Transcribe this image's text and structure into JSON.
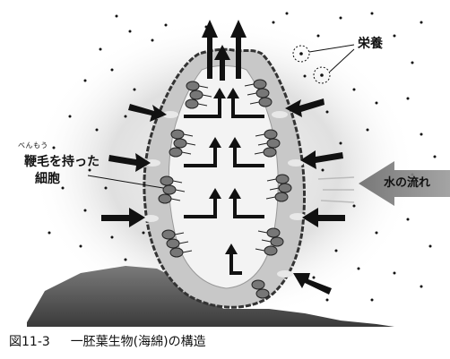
{
  "labels": {
    "flagellated_ruby": "べんもう",
    "flagellated_line1": "鞭毛を持った",
    "flagellated_line2": "細胞",
    "nutrients": "栄養",
    "water_flow": "水の流れ"
  },
  "caption": {
    "figure_number": "図11-3",
    "title": "一胚葉生物(海綿)の構造"
  },
  "colors": {
    "arrow": "#111111",
    "body_outline": "#333333",
    "cell_fill": "#777777",
    "water_arrow": "#8a8a8a",
    "rock": "#555555"
  }
}
